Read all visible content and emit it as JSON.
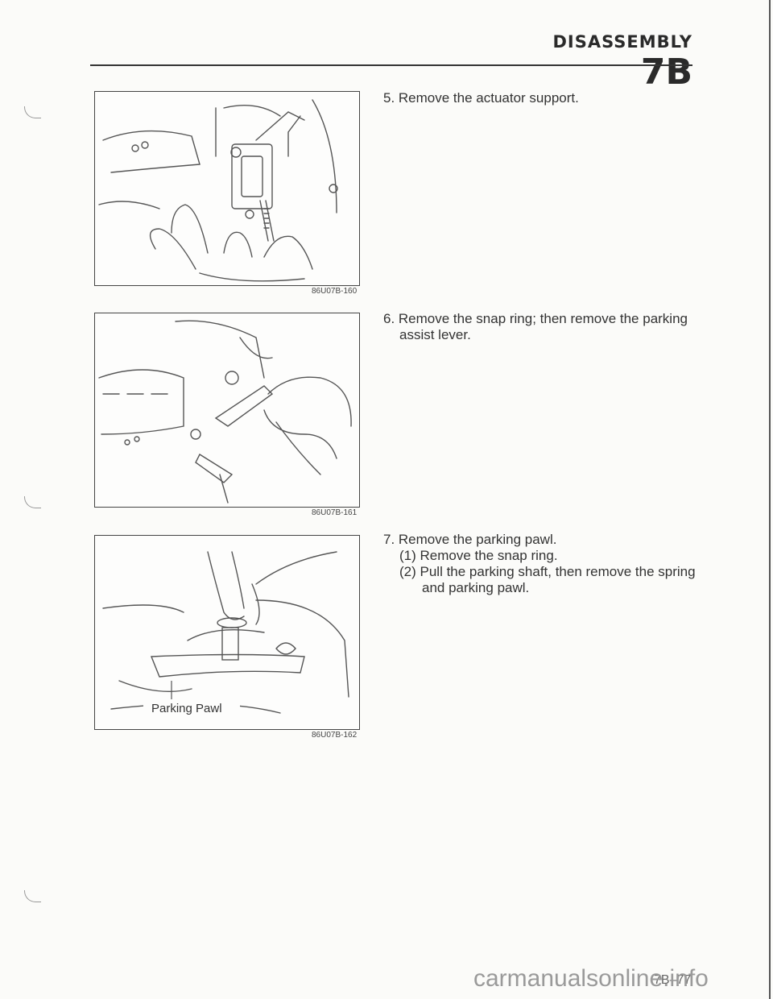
{
  "header": {
    "title": "DISASSEMBLY",
    "section": "7B"
  },
  "figures": [
    {
      "id": "86U07B-160",
      "label": ""
    },
    {
      "id": "86U07B-161",
      "label": ""
    },
    {
      "id": "86U07B-162",
      "label": "Parking Pawl"
    }
  ],
  "steps": {
    "s5": {
      "line1": "5. Remove the actuator support."
    },
    "s6": {
      "line1": "6. Remove the snap ring; then remove the parking",
      "line2": "assist lever."
    },
    "s7": {
      "line1": "7. Remove the parking pawl.",
      "sub1": "(1) Remove the snap ring.",
      "sub2_line1": "(2) Pull the parking shaft, then remove the spring",
      "sub2_line2": "and parking pawl."
    }
  },
  "footer": {
    "page": "7B–77",
    "watermark": "carmanualsonline.info"
  }
}
